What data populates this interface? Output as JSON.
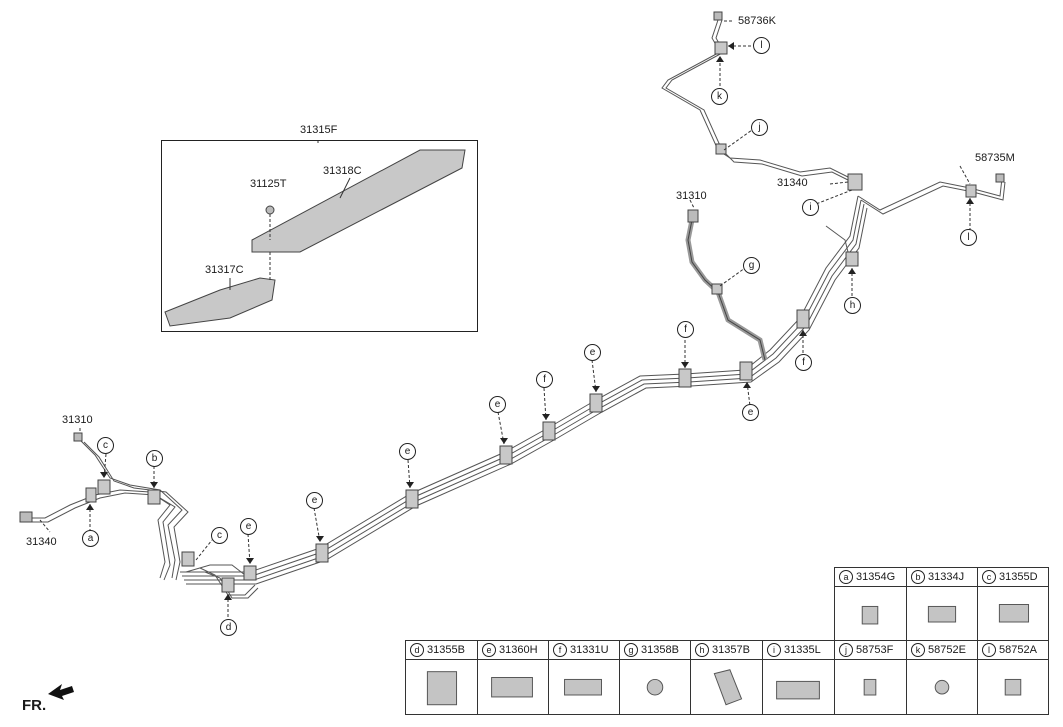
{
  "inset": {
    "title": "31315F",
    "parts": [
      "31318C",
      "31125T",
      "31317C"
    ]
  },
  "labels": {
    "part_58736K": "58736K",
    "part_58735M": "58735M",
    "part_31310_top": "31310",
    "part_31340_top": "31340",
    "part_31310_left": "31310",
    "part_31340_left": "31340"
  },
  "callouts": [
    "l",
    "k",
    "j",
    "i",
    "l",
    "g",
    "h",
    "f",
    "e",
    "f",
    "e",
    "f",
    "e",
    "e",
    "e",
    "e",
    "c",
    "b",
    "a",
    "c",
    "d"
  ],
  "legend": [
    {
      "letter": "a",
      "part": "31354G"
    },
    {
      "letter": "b",
      "part": "31334J"
    },
    {
      "letter": "c",
      "part": "31355D"
    },
    {
      "letter": "d",
      "part": "31355B"
    },
    {
      "letter": "e",
      "part": "31360H"
    },
    {
      "letter": "f",
      "part": "31331U"
    },
    {
      "letter": "g",
      "part": "31358B"
    },
    {
      "letter": "h",
      "part": "31357B"
    },
    {
      "letter": "i",
      "part": "31335L"
    },
    {
      "letter": "j",
      "part": "58753F"
    },
    {
      "letter": "k",
      "part": "58752E"
    },
    {
      "letter": "l",
      "part": "58752A"
    }
  ],
  "direction_label": "FR."
}
